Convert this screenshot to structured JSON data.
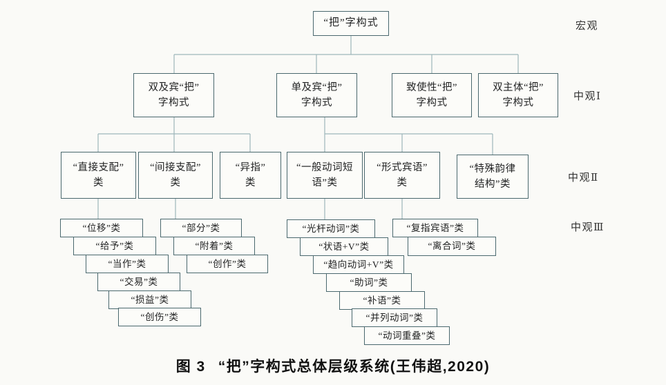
{
  "colors": {
    "paper": "#fafaf7",
    "box_border": "#4a686e",
    "box_fill": "#fcfcf9",
    "connector": "#9db6ba",
    "text": "#222324"
  },
  "scale_labels": {
    "macro": "宏观",
    "meso1": "中观Ⅰ",
    "meso2": "中观Ⅱ",
    "meso3": "中观Ⅲ"
  },
  "caption": {
    "number": "图 3",
    "title": "“把”字构式总体层级系统(王伟超,2020)"
  },
  "tree": {
    "root": "“把”字构式",
    "meso1": [
      "双及宾“把”\n字构式",
      "单及宾“把”\n字构式",
      "致使性“把”\n字构式",
      "双主体“把”\n字构式"
    ],
    "meso2": [
      "“直接支配”\n类",
      "“间接支配”\n类",
      "“异指”\n类",
      "“一般动词短\n语”类",
      "“形式宾语”\n类",
      "“特殊韵律\n结构”类"
    ],
    "meso3_direct": [
      "“位移”类",
      "“给予”类",
      "“当作”类",
      "“交易”类",
      "“损益”类",
      "“创伤”类"
    ],
    "meso3_indirect": [
      "“部分”类",
      "“附着”类",
      "“创作”类"
    ],
    "meso3_verb": [
      "“光杆动词”类",
      "“状语+V”类",
      "“趋向动词+V”类",
      "“助词”类",
      "“补语”类",
      "“并列动词”类",
      "“动词重叠”类"
    ],
    "meso3_formal": [
      "“复指宾语”类",
      "“离合词”类"
    ]
  }
}
